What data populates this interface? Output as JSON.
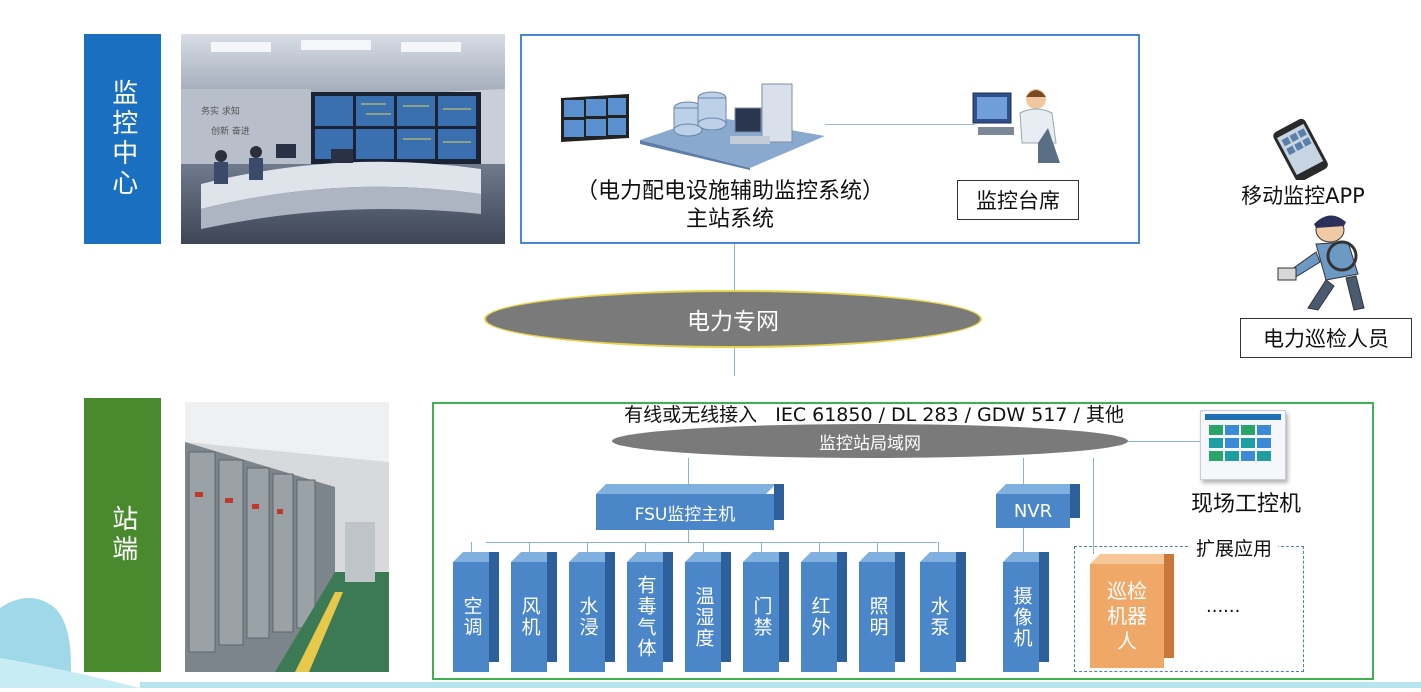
{
  "center_label": "监控中心",
  "station_label": "站端",
  "main_system": {
    "line1": "（电力配电设施辅助监控系统）",
    "line2": "主站系统"
  },
  "console_label": "监控台席",
  "mobile_app_label": "移动监控APP",
  "inspector_label": "电力巡检人员",
  "network_label": "电力专网",
  "access_label": "有线或无线接入   IEC 61850 / DL 283 / GDW 517 / 其他",
  "lan_label": "监控站局域网",
  "industrial_pc_label": "现场工控机",
  "fsu_label": "FSU监控主机",
  "nvr_label": "NVR",
  "sensors": [
    "空调",
    "风机",
    "水浸",
    "有毒气体",
    "温湿度",
    "门禁",
    "红外",
    "照明",
    "水泵"
  ],
  "camera_label": "摄像机",
  "extension": {
    "title": "扩展应用",
    "robot_label": "巡检机器人",
    "more": "......"
  },
  "colors": {
    "center_blue": "#1a6fc0",
    "station_green": "#4a8a2e",
    "frame_blue": "#4a86d6",
    "frame_green": "#3fb24f",
    "box_blue": "#4a86c8",
    "robot_orange": "#f0a868",
    "network_gray": "#7a7a7a"
  }
}
